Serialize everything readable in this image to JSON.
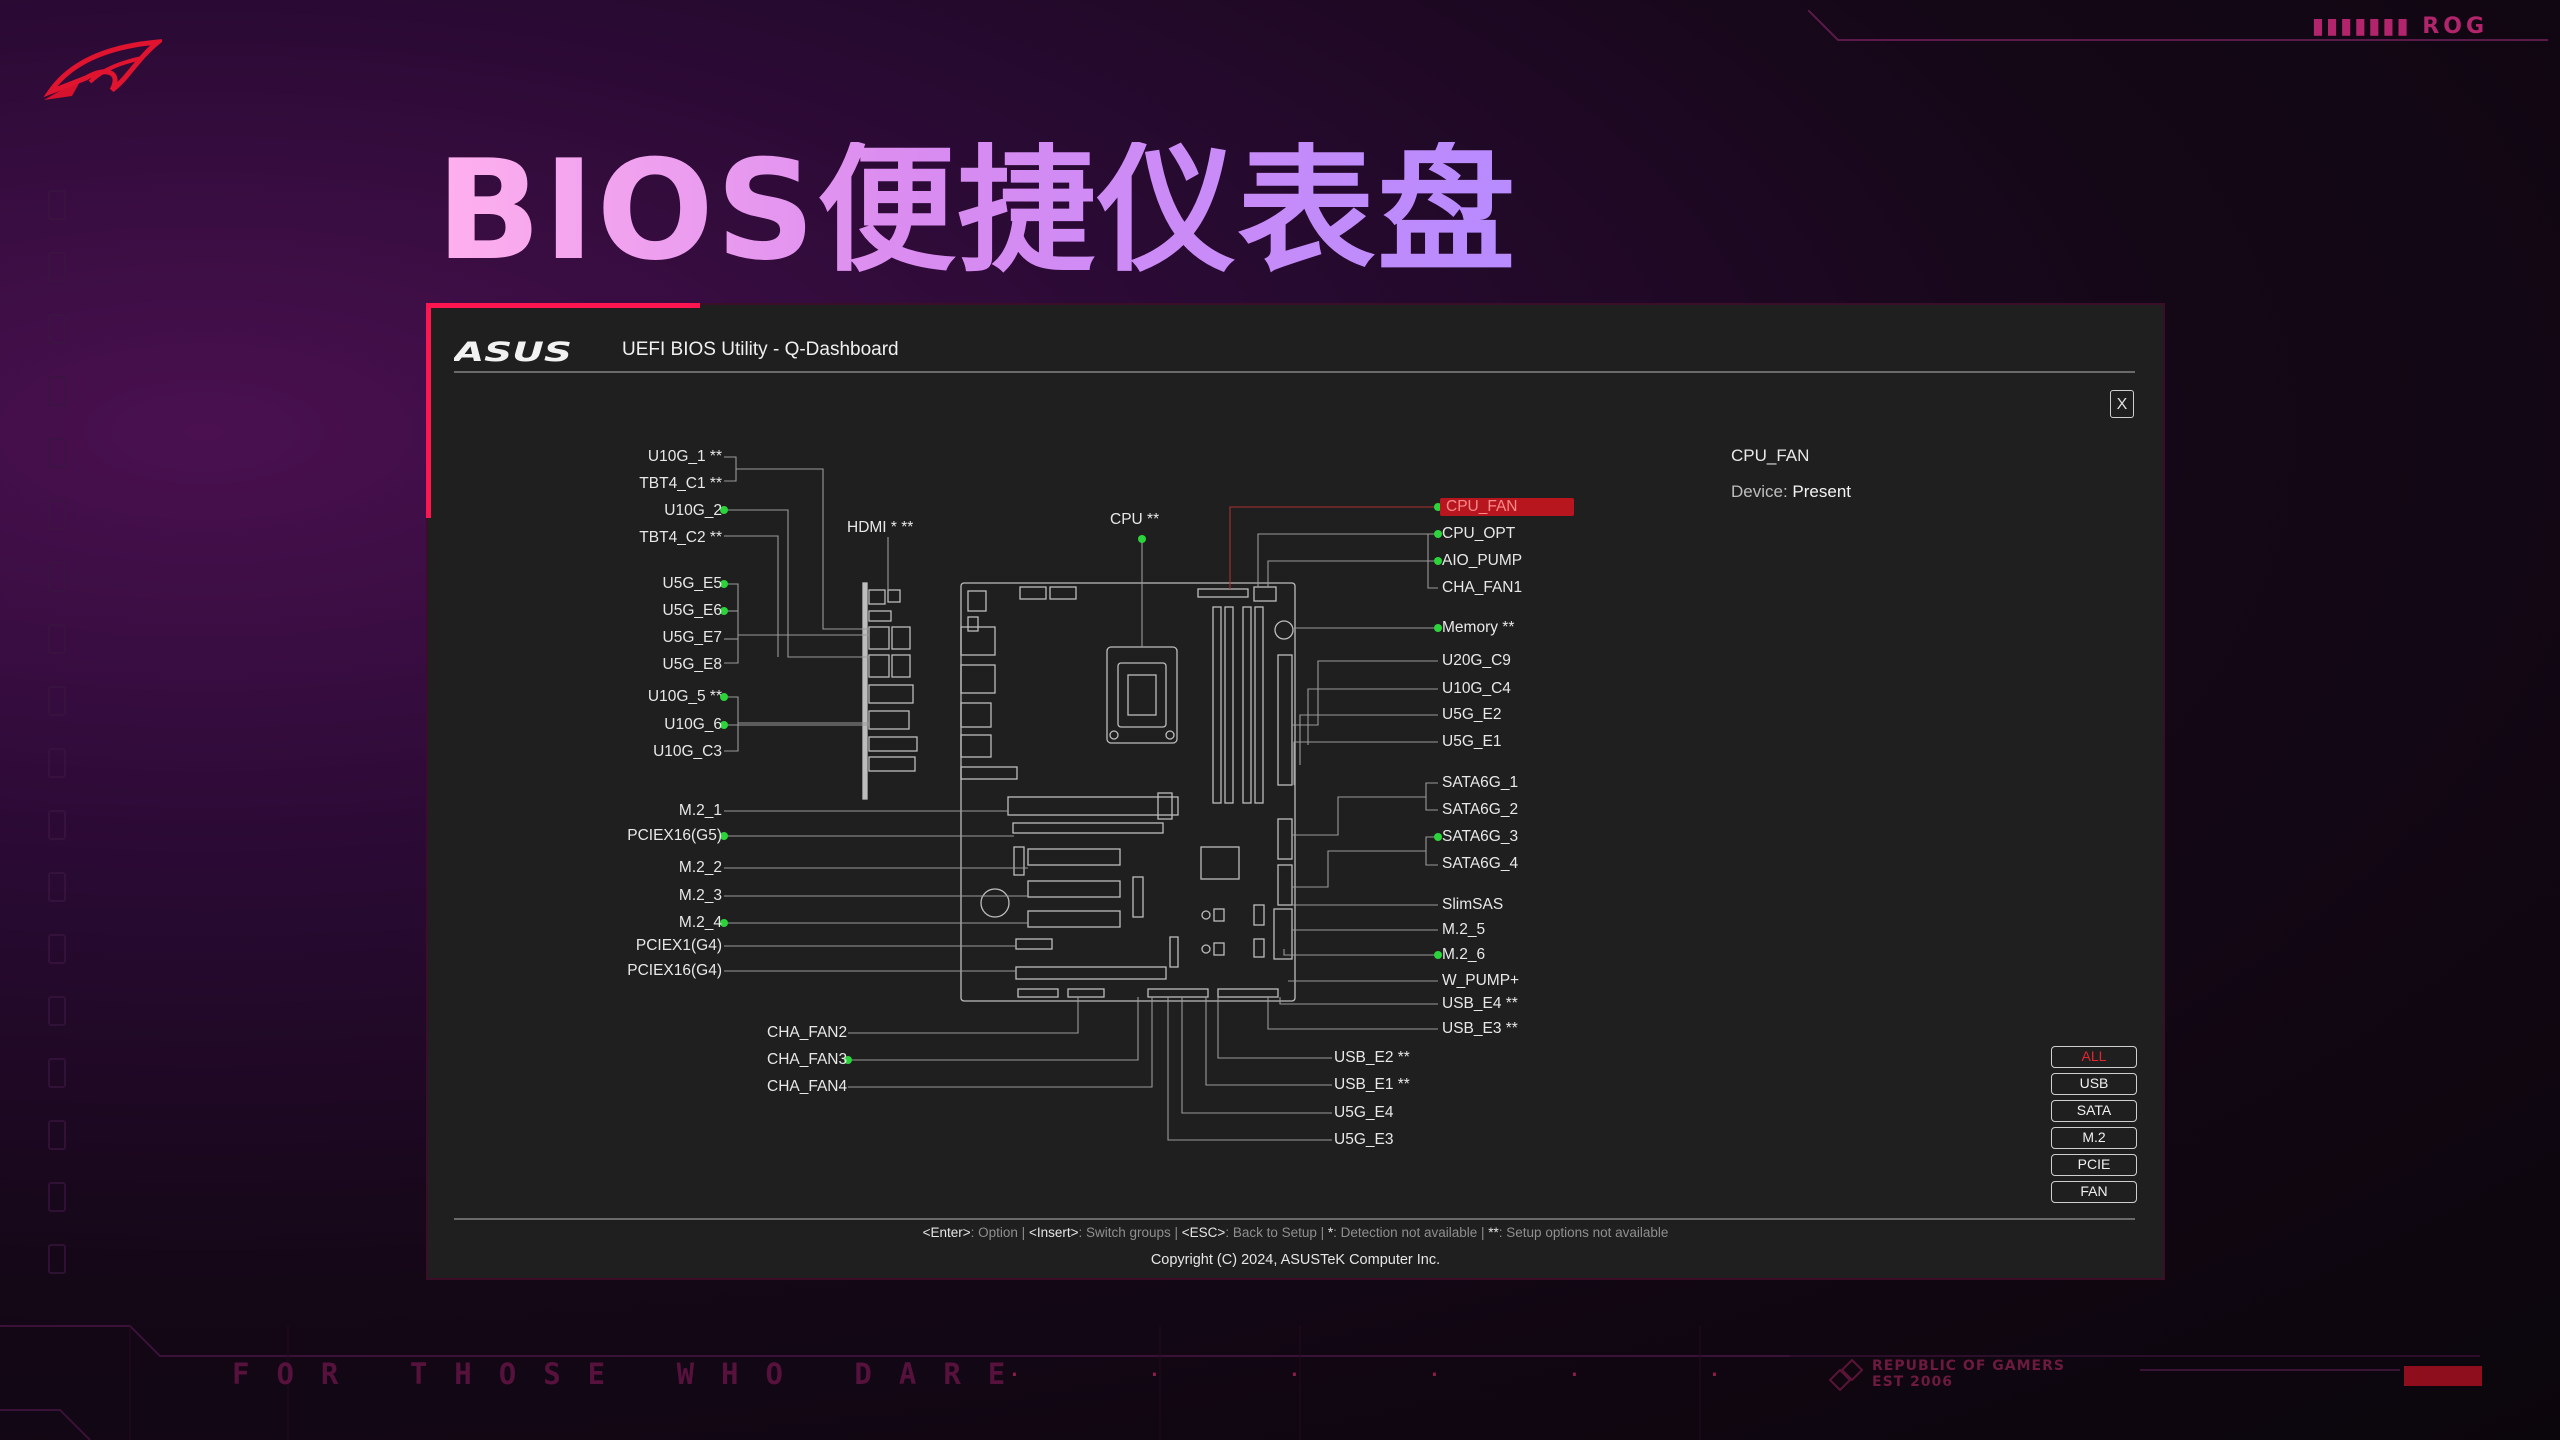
{
  "page": {
    "title": "BIOS便捷仪表盘",
    "top_brand": "ROG",
    "motto": "FOR THOSE WHO DARE",
    "footer_brand_line1": "REPUBLIC OF GAMERS",
    "footer_brand_line2": "EST 2006"
  },
  "window": {
    "brand": "ASUS",
    "title": "UEFI BIOS Utility - Q-Dashboard",
    "close_label": "X"
  },
  "info_panel": {
    "name": "CPU_FAN",
    "device_label": "Device: ",
    "device_value": "Present"
  },
  "labels_left": [
    {
      "text": "U10G_1 **",
      "connected": false
    },
    {
      "text": "TBT4_C1 **",
      "connected": false
    },
    {
      "text": "U10G_2",
      "connected": true
    },
    {
      "text": "TBT4_C2 **",
      "connected": false
    },
    {
      "text": "U5G_E5",
      "connected": true
    },
    {
      "text": "U5G_E6",
      "connected": true
    },
    {
      "text": "U5G_E7",
      "connected": false
    },
    {
      "text": "U5G_E8",
      "connected": false
    },
    {
      "text": "U10G_5 **",
      "connected": true
    },
    {
      "text": "U10G_6",
      "connected": true
    },
    {
      "text": "U10G_C3",
      "connected": false
    },
    {
      "text": "M.2_1",
      "connected": false
    },
    {
      "text": "PCIEX16(G5)",
      "connected": true
    },
    {
      "text": "M.2_2",
      "connected": false
    },
    {
      "text": "M.2_3",
      "connected": false
    },
    {
      "text": "M.2_4",
      "connected": true
    },
    {
      "text": "PCIEX1(G4)",
      "connected": false
    },
    {
      "text": "PCIEX16(G4)",
      "connected": false
    }
  ],
  "labels_top": [
    {
      "text": "HDMI * **",
      "connected": false
    },
    {
      "text": "CPU **",
      "connected": true
    }
  ],
  "labels_right": [
    {
      "text": "CPU_FAN",
      "connected": true,
      "selected": true
    },
    {
      "text": "CPU_OPT",
      "connected": true
    },
    {
      "text": "AIO_PUMP",
      "connected": true
    },
    {
      "text": "CHA_FAN1",
      "connected": false
    },
    {
      "text": "Memory **",
      "connected": true
    },
    {
      "text": "U20G_C9",
      "connected": false
    },
    {
      "text": "U10G_C4",
      "connected": false
    },
    {
      "text": "U5G_E2",
      "connected": false
    },
    {
      "text": "U5G_E1",
      "connected": false
    },
    {
      "text": "SATA6G_1",
      "connected": false
    },
    {
      "text": "SATA6G_2",
      "connected": false
    },
    {
      "text": "SATA6G_3",
      "connected": true
    },
    {
      "text": "SATA6G_4",
      "connected": false
    },
    {
      "text": "SlimSAS",
      "connected": false
    },
    {
      "text": "M.2_5",
      "connected": false
    },
    {
      "text": "M.2_6",
      "connected": true
    },
    {
      "text": "W_PUMP+",
      "connected": false
    },
    {
      "text": "USB_E4 **",
      "connected": false
    },
    {
      "text": "USB_E3 **",
      "connected": false
    }
  ],
  "labels_bottom_left": [
    {
      "text": "CHA_FAN2",
      "connected": false
    },
    {
      "text": "CHA_FAN3",
      "connected": true
    },
    {
      "text": "CHA_FAN4",
      "connected": false
    }
  ],
  "labels_bottom_right": [
    {
      "text": "USB_E2 **",
      "connected": false
    },
    {
      "text": "USB_E1 **",
      "connected": false
    },
    {
      "text": "U5G_E4",
      "connected": false
    },
    {
      "text": "U5G_E3",
      "connected": false
    }
  ],
  "filters": [
    {
      "label": "ALL",
      "active": true
    },
    {
      "label": "USB",
      "active": false
    },
    {
      "label": "SATA",
      "active": false
    },
    {
      "label": "M.2",
      "active": false
    },
    {
      "label": "PCIE",
      "active": false
    },
    {
      "label": "FAN",
      "active": false
    }
  ],
  "help": [
    {
      "key": "<Enter>",
      "desc": ": Option"
    },
    {
      "key": "<Insert>",
      "desc": ": Switch groups"
    },
    {
      "key": "<ESC>",
      "desc": ": Back to Setup"
    },
    {
      "key": "*",
      "desc": ": Detection not available"
    },
    {
      "key": "**",
      "desc": ": Setup options not available"
    }
  ],
  "copyright": "Copyright (C) 2024, ASUSTeK Computer Inc.",
  "colors": {
    "connected_dot": "#2bd43a",
    "accent": "#ff1550",
    "selected_bg": "#b8161e"
  }
}
